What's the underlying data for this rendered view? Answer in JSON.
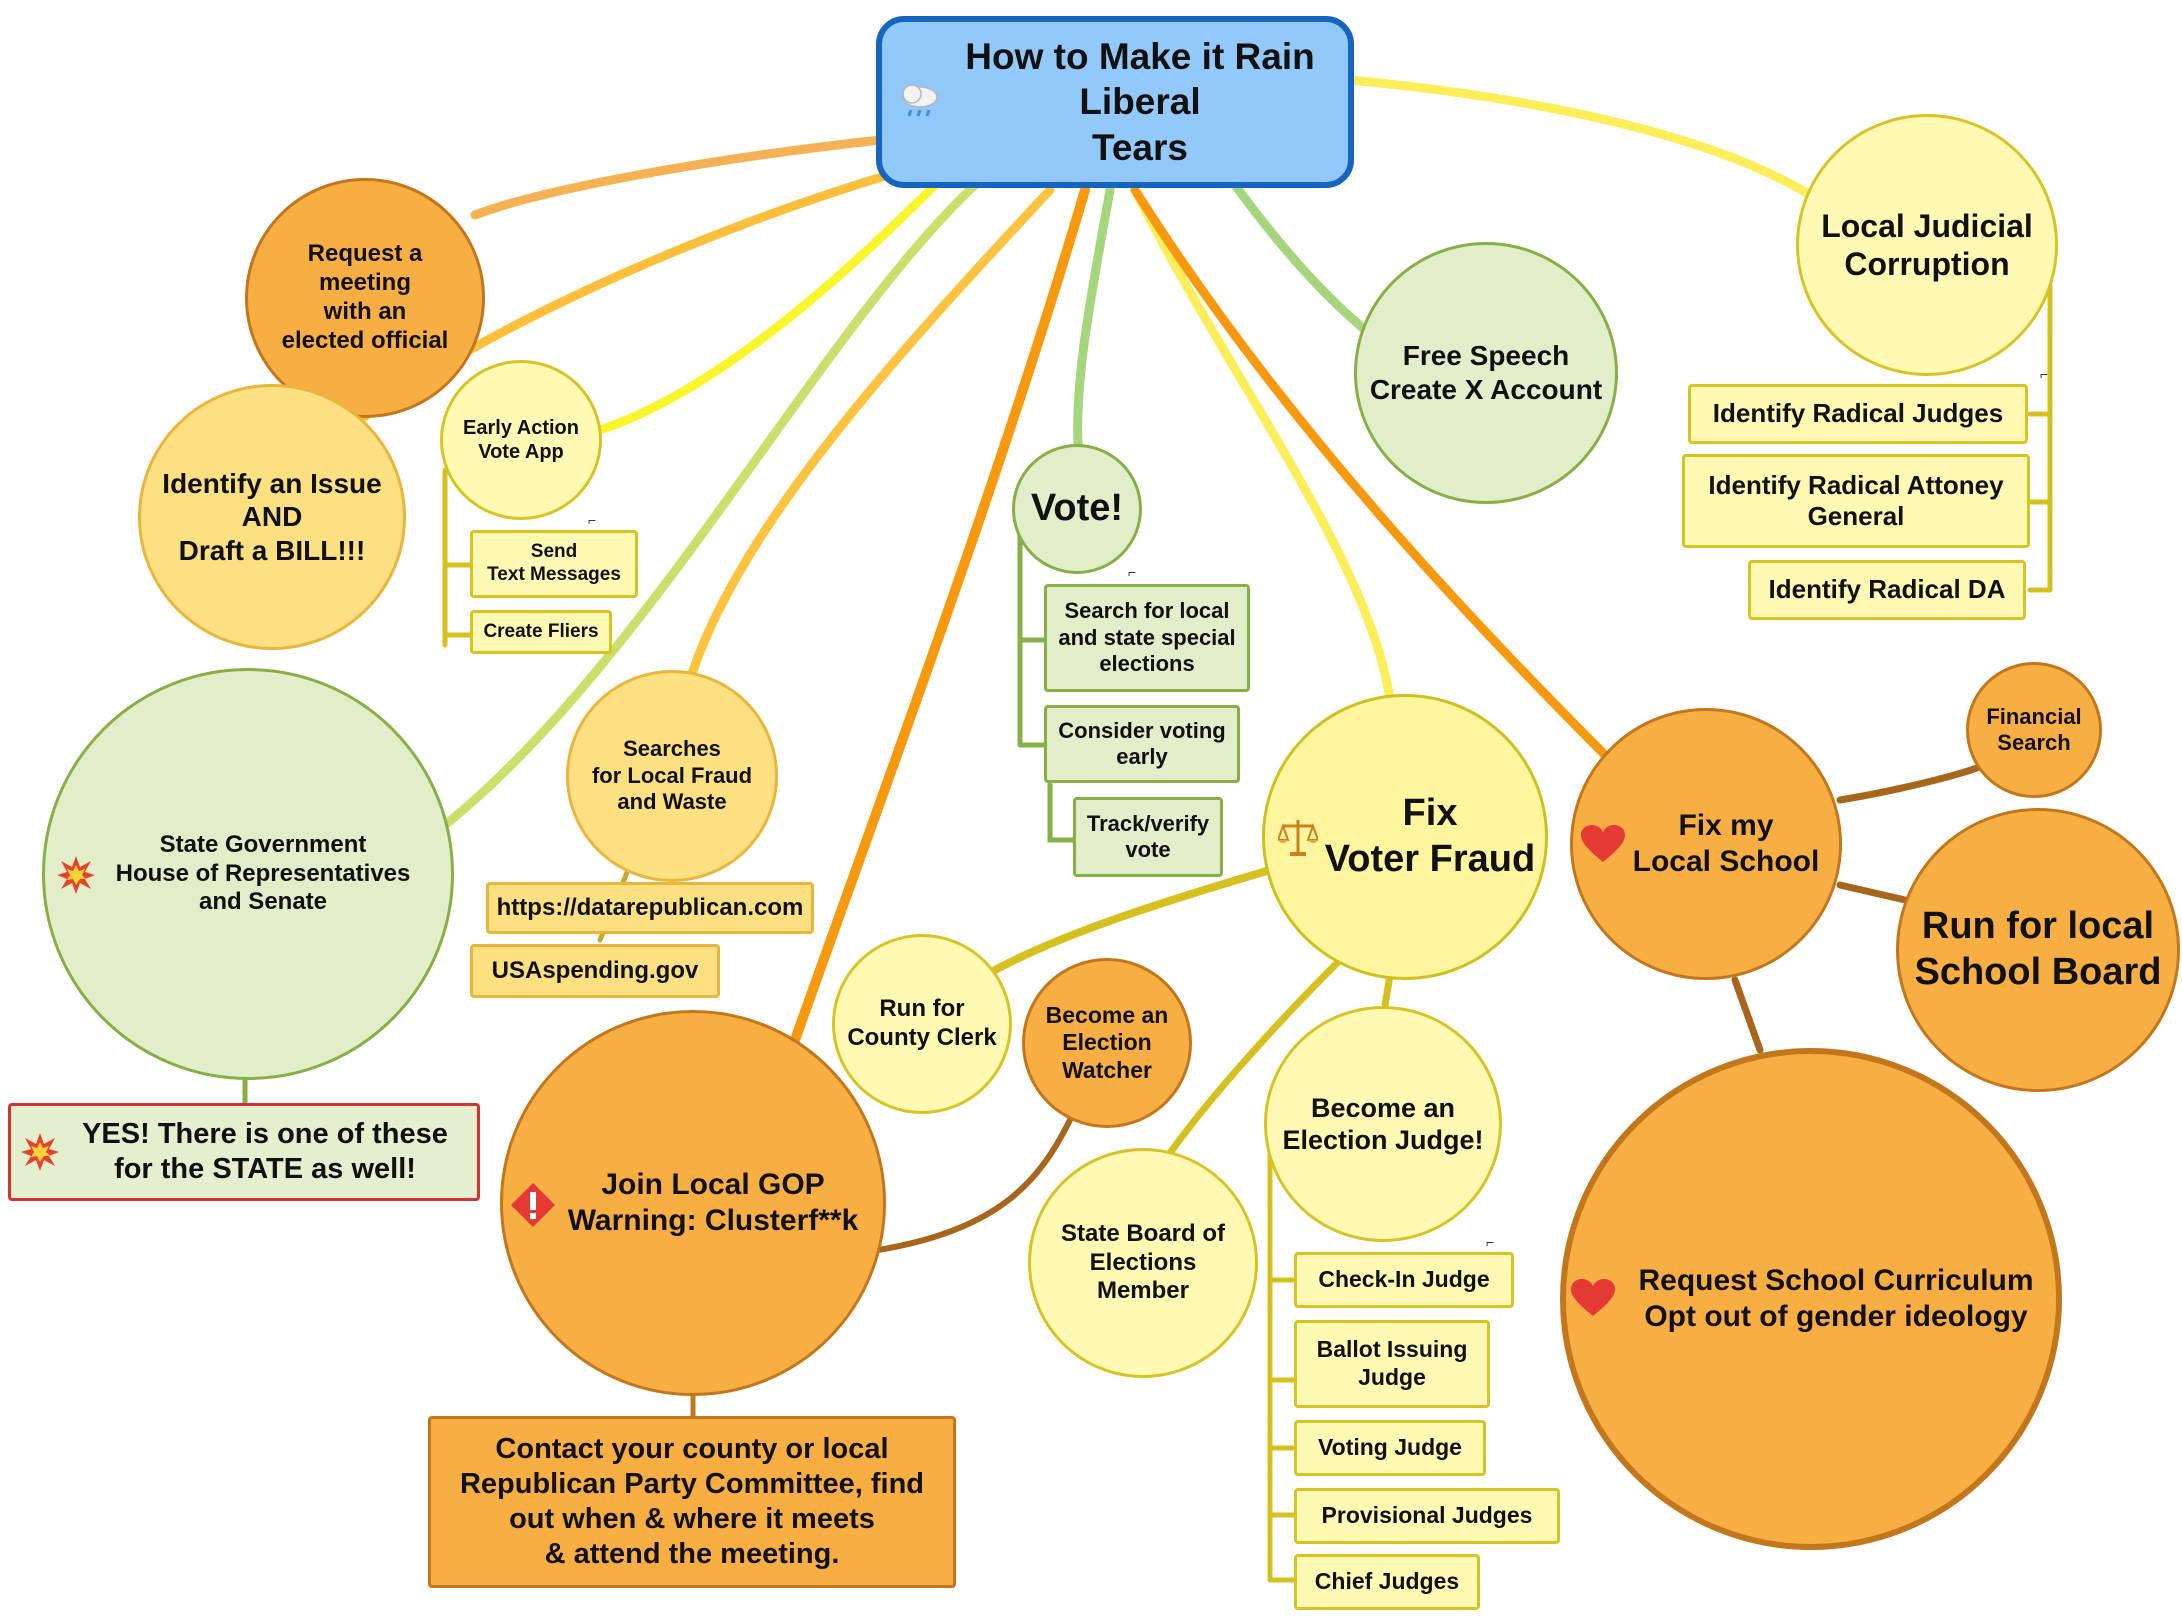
{
  "title": "How to Make it Rain\nLiberal\nTears",
  "nodes": {
    "request_meeting": "Request a\nmeeting\nwith an\nelected official",
    "identify_issue": "Identify an Issue\nAND\nDraft a BILL!!!",
    "early_action": "Early Action\nVote App",
    "send_text": "Send\nText Messages",
    "create_fliers": "Create Fliers",
    "state_government": "State Government\nHouse of Representatives\nand Senate",
    "yes_state": "YES! There is one of these\nfor the STATE as well!",
    "searches_fraud": "Searches\nfor Local Fraud\nand Waste",
    "datarepublican": "https://datarepublican.com",
    "usaspending": "USAspending.gov",
    "join_gop": "Join Local GOP\nWarning: Clusterf**k",
    "contact_county": "Contact your county or local\nRepublican Party Committee, find\nout when & where it meets\n& attend the meeting.",
    "run_clerk": "Run for\nCounty Clerk",
    "election_watcher": "Become an\nElection\nWatcher",
    "vote": "Vote!",
    "search_elections": "Search for local\nand state special\nelections",
    "consider_voting": "Consider voting\nearly",
    "track_vote": "Track/verify\nvote",
    "free_speech": "Free Speech\nCreate X Account",
    "fix_fraud": "Fix\nVoter Fraud",
    "election_judge": "Become an\nElection Judge!",
    "state_board": "State Board of\nElections\nMember",
    "checkin_judge": "Check-In Judge",
    "ballot_judge": "Ballot Issuing\nJudge",
    "voting_judge": "Voting Judge",
    "provisional_judges": "Provisional Judges",
    "chief_judges": "Chief Judges",
    "judicial_corruption": "Local Judicial\nCorruption",
    "radical_judges": "Identify Radical Judges",
    "radical_attorney": "Identify Radical Attoney\nGeneral",
    "radical_da": "Identify Radical DA",
    "fix_school": "Fix my\nLocal School",
    "financial_search": "Financial\nSearch",
    "school_board": "Run for local\nSchool Board",
    "curriculum": "Request School Curriculum\nOpt out of gender ideology"
  },
  "icons": {
    "title": "rain-cloud-icon",
    "state_government": "explosion-icon",
    "yes_state": "explosion-icon",
    "join_gop": "exclamation-diamond-icon",
    "fix_fraud": "scales-icon",
    "fix_school": "heart-icon",
    "curriculum": "heart-icon"
  },
  "colors": {
    "title_fill": "#92c9fa",
    "title_border": "#1565c0",
    "orange": "#f9ae44",
    "yellow": "#fff59f",
    "green": "#e1eec9",
    "gold": "#fde082"
  }
}
